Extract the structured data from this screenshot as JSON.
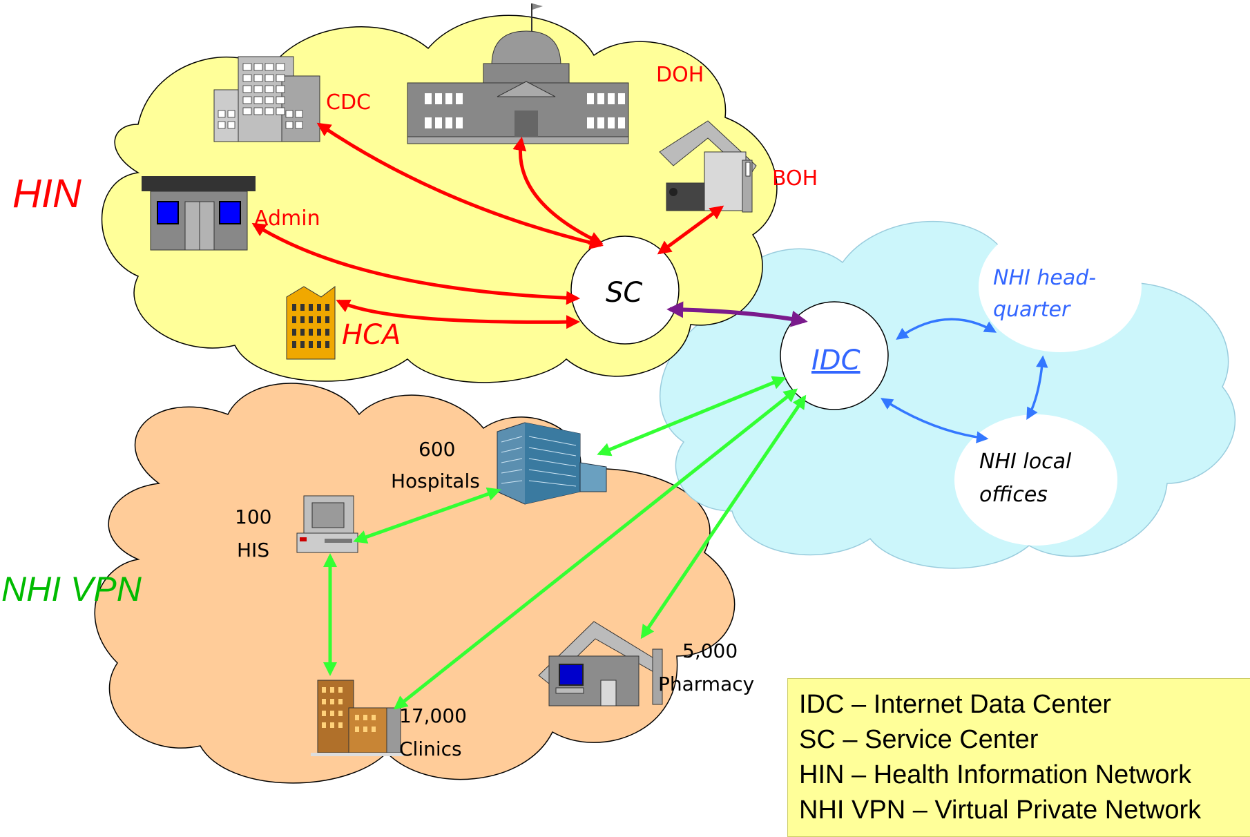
{
  "clouds": {
    "hin_label": "HIN",
    "vpn_label": "NHI VPN"
  },
  "hin": {
    "cdc": "CDC",
    "doh": "DOH",
    "boh": "BOH",
    "admin": "Admin",
    "hca": "HCA",
    "sc": "SC"
  },
  "nhi": {
    "idc": "IDC",
    "hq_line1": "NHI head-",
    "hq_line2": "quarter",
    "local_line1": "NHI local",
    "local_line2": "offices"
  },
  "vpn": {
    "hospitals_count": "600",
    "hospitals_label": "Hospitals",
    "his_count": "100",
    "his_label": "HIS",
    "clinics_count": "17,000",
    "clinics_label": "Clinics",
    "pharmacy_count": "5,000",
    "pharmacy_label": "Pharmacy"
  },
  "legend": {
    "items": [
      "IDC – Internet Data Center",
      "SC – Service Center",
      "HIN – Health Information Network",
      "NHI VPN – Virtual Private Network"
    ]
  },
  "colors": {
    "hin_cloud": "#ffff99",
    "nhi_cloud": "#ccf6fb",
    "vpn_cloud": "#ffcc99",
    "hin_arrows": "#ff0000",
    "vpn_arrows": "#33ff33",
    "nhi_arrows": "#3377ff",
    "link_arrow": "#7a1a8c"
  }
}
